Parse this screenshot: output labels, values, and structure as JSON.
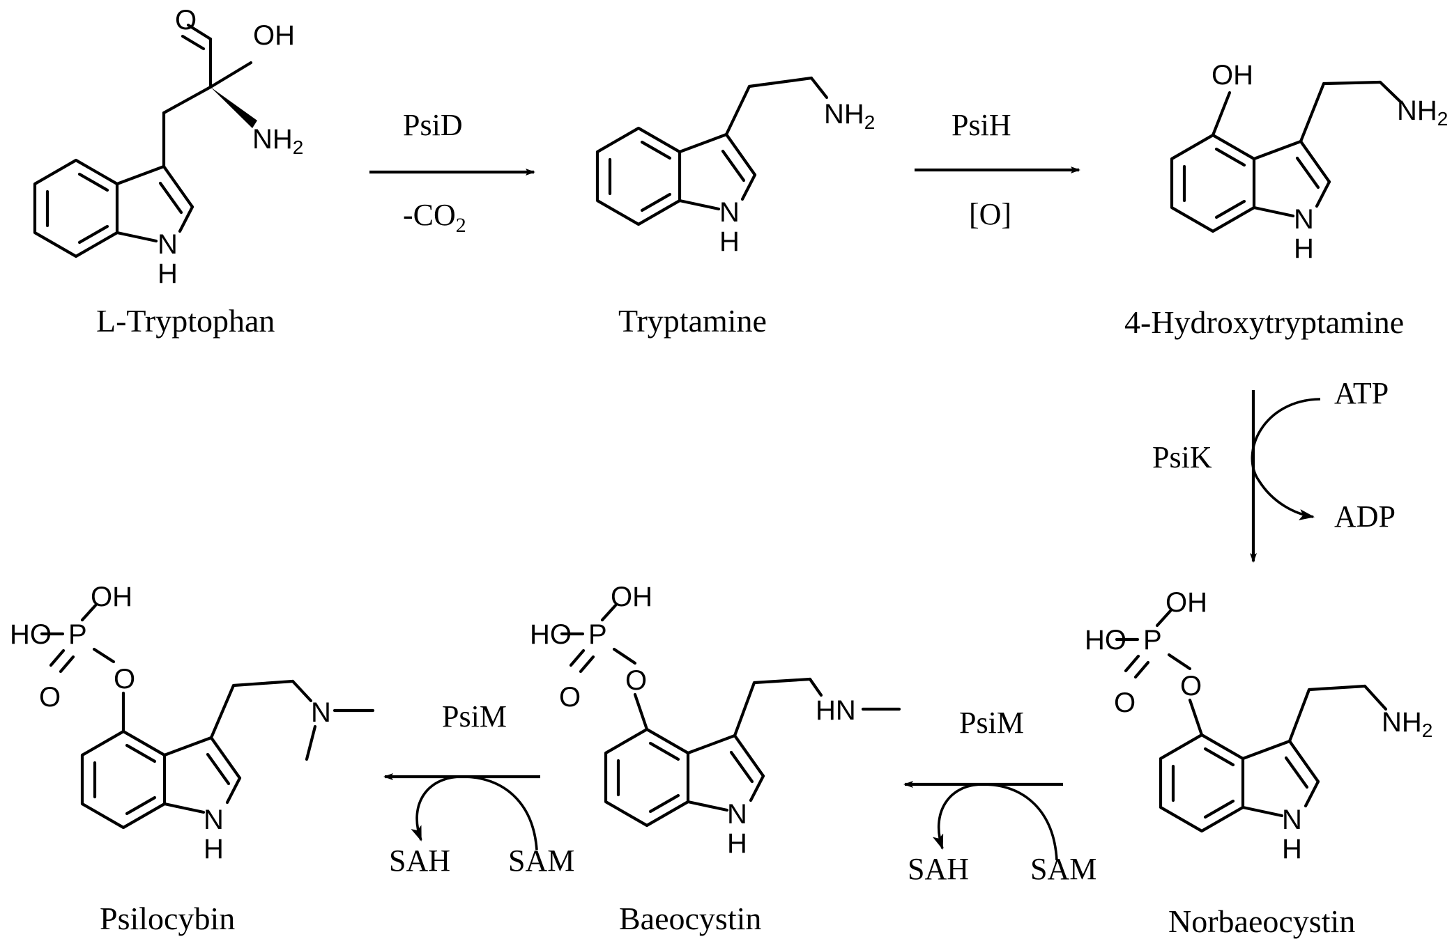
{
  "compounds": {
    "tryptophan": "L-Tryptophan",
    "tryptamine": "Tryptamine",
    "hydroxytryptamine": "4-Hydroxytryptamine",
    "norbaeocystin": "Norbaeocystin",
    "baeocystin": "Baeocystin",
    "psilocybin": "Psilocybin"
  },
  "atoms": {
    "nh": "N",
    "h": "H",
    "nh2": "NH",
    "two": "2",
    "oh": "OH",
    "ho": "HO",
    "o": "O",
    "p": "P",
    "n": "N",
    "hn": "HN"
  },
  "steps": {
    "psid": {
      "enzyme": "PsiD",
      "cofactor_prefix": "-CO",
      "cofactor_sub": "2"
    },
    "psih": {
      "enzyme": "PsiH",
      "cofactor": "[O]"
    },
    "psik": {
      "enzyme": "PsiK",
      "substrate_in": "ATP",
      "product_out": "ADP"
    },
    "psim1": {
      "enzyme": "PsiM",
      "substrate_in": "SAM",
      "product_out": "SAH"
    },
    "psim2": {
      "enzyme": "PsiM",
      "substrate_in": "SAM",
      "product_out": "SAH"
    }
  }
}
